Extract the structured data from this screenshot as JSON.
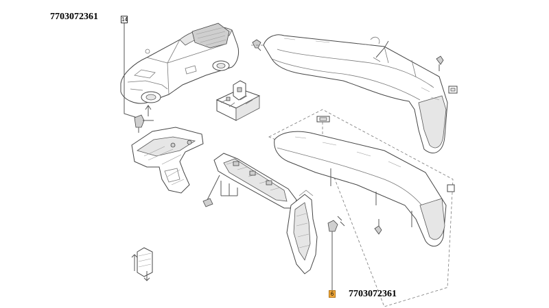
{
  "labels": {
    "part_number_top": "7703072361",
    "part_number_bottom": "7703072361",
    "callout_14": "14",
    "callout_6": "6"
  },
  "colors": {
    "callout_highlight": "#f2a93b",
    "line": "#555555",
    "background": "#ffffff"
  }
}
